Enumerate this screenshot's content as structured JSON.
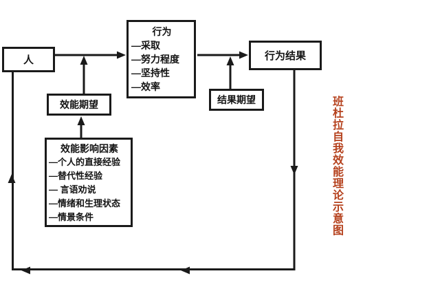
{
  "diagram": {
    "title": {
      "text": "班杜拉自我效能理论示意图",
      "color": "#b5411d"
    },
    "nodes": {
      "person": {
        "label": "人"
      },
      "behavior": {
        "title": "行为",
        "items": [
          "—采取",
          "—努力程度",
          "—坚持性",
          "—效率"
        ]
      },
      "behavior_result": {
        "label": "行为结果"
      },
      "efficacy_expectation": {
        "label": "效能期望"
      },
      "outcome_expectation": {
        "label": "结果期望"
      },
      "efficacy_factors": {
        "title": "效能影响因素",
        "items": [
          "—个人的直接经验",
          "—替代性经验",
          "— 言语劝说",
          "—情绪和生理状态",
          "—情景条件"
        ]
      }
    },
    "colors": {
      "line": "#1a1a1a",
      "background": "#ffffff",
      "title_text": "#b5411d"
    }
  }
}
